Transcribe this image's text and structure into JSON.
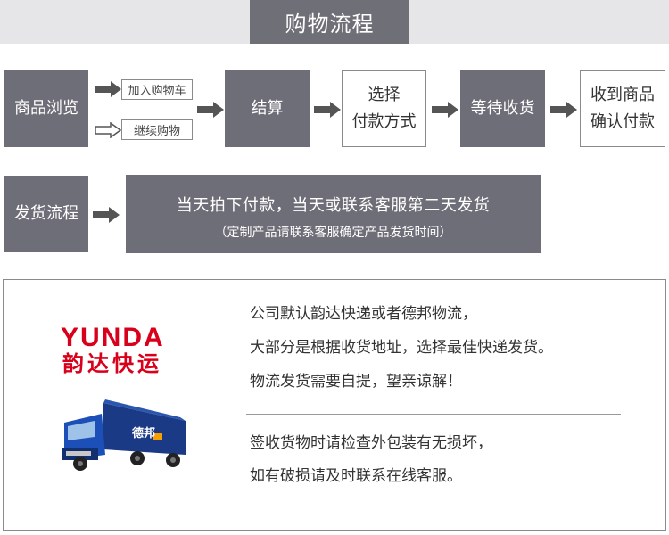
{
  "header": {
    "title": "购物流程"
  },
  "steps": {
    "browse": "商品浏览",
    "add_cart": "加入购物车",
    "continue": "继续购物",
    "checkout": "结算",
    "pay_method_1": "选择",
    "pay_method_2": "付款方式",
    "wait": "等待收货",
    "confirm_1": "收到商品",
    "confirm_2": "确认付款"
  },
  "shipping": {
    "label": "发货流程",
    "line1": "当天拍下付款，当天或联系客服第二天发货",
    "line2": "（定制产品请联系客服确定产品发货时间）"
  },
  "info": {
    "logo_en": "YUNDA",
    "logo_cn": "韵达快运",
    "truck_text": "德邦",
    "lines_top": [
      "公司默认韵达快递或者德邦物流，",
      "大部分是根据收货地址，选择最佳快递发货。",
      "物流发货需要自提，望亲谅解！"
    ],
    "lines_bottom": [
      "签收货物时请检查外包装有无损坏，",
      "如有破损请及时联系在线客服。"
    ]
  },
  "colors": {
    "dark_box": "#6e6e78",
    "header_band": "#e6e6e8",
    "logo_red": "#d8001a"
  }
}
